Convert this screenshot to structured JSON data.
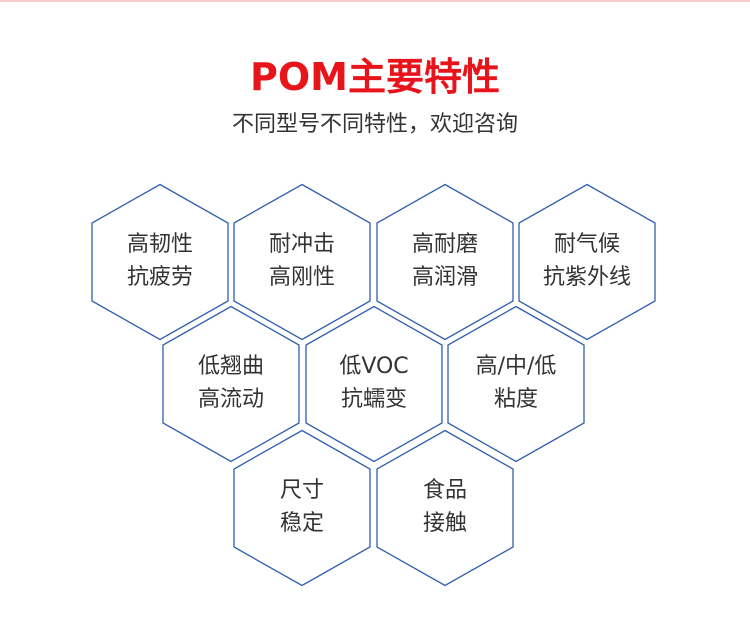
{
  "header": {
    "title": "POM主要特性",
    "subtitle": "不同型号不同特性，欢迎咨询"
  },
  "colors": {
    "title": "#e8141b",
    "hex_border": "#2f5fae",
    "text": "#333333"
  },
  "features": [
    {
      "line1": "高韧性",
      "line2": "抗疲劳"
    },
    {
      "line1": "耐冲击",
      "line2": "高刚性"
    },
    {
      "line1": "高耐磨",
      "line2": "高润滑"
    },
    {
      "line1": "耐气候",
      "line2": "抗紫外线"
    },
    {
      "line1": "低翘曲",
      "line2": "高流动"
    },
    {
      "line1": "低VOC",
      "line2": "抗蠕变"
    },
    {
      "line1": "高/中/低",
      "line2": "粘度"
    },
    {
      "line1": "尺寸",
      "line2": "稳定"
    },
    {
      "line1": "食品",
      "line2": "接触"
    }
  ]
}
